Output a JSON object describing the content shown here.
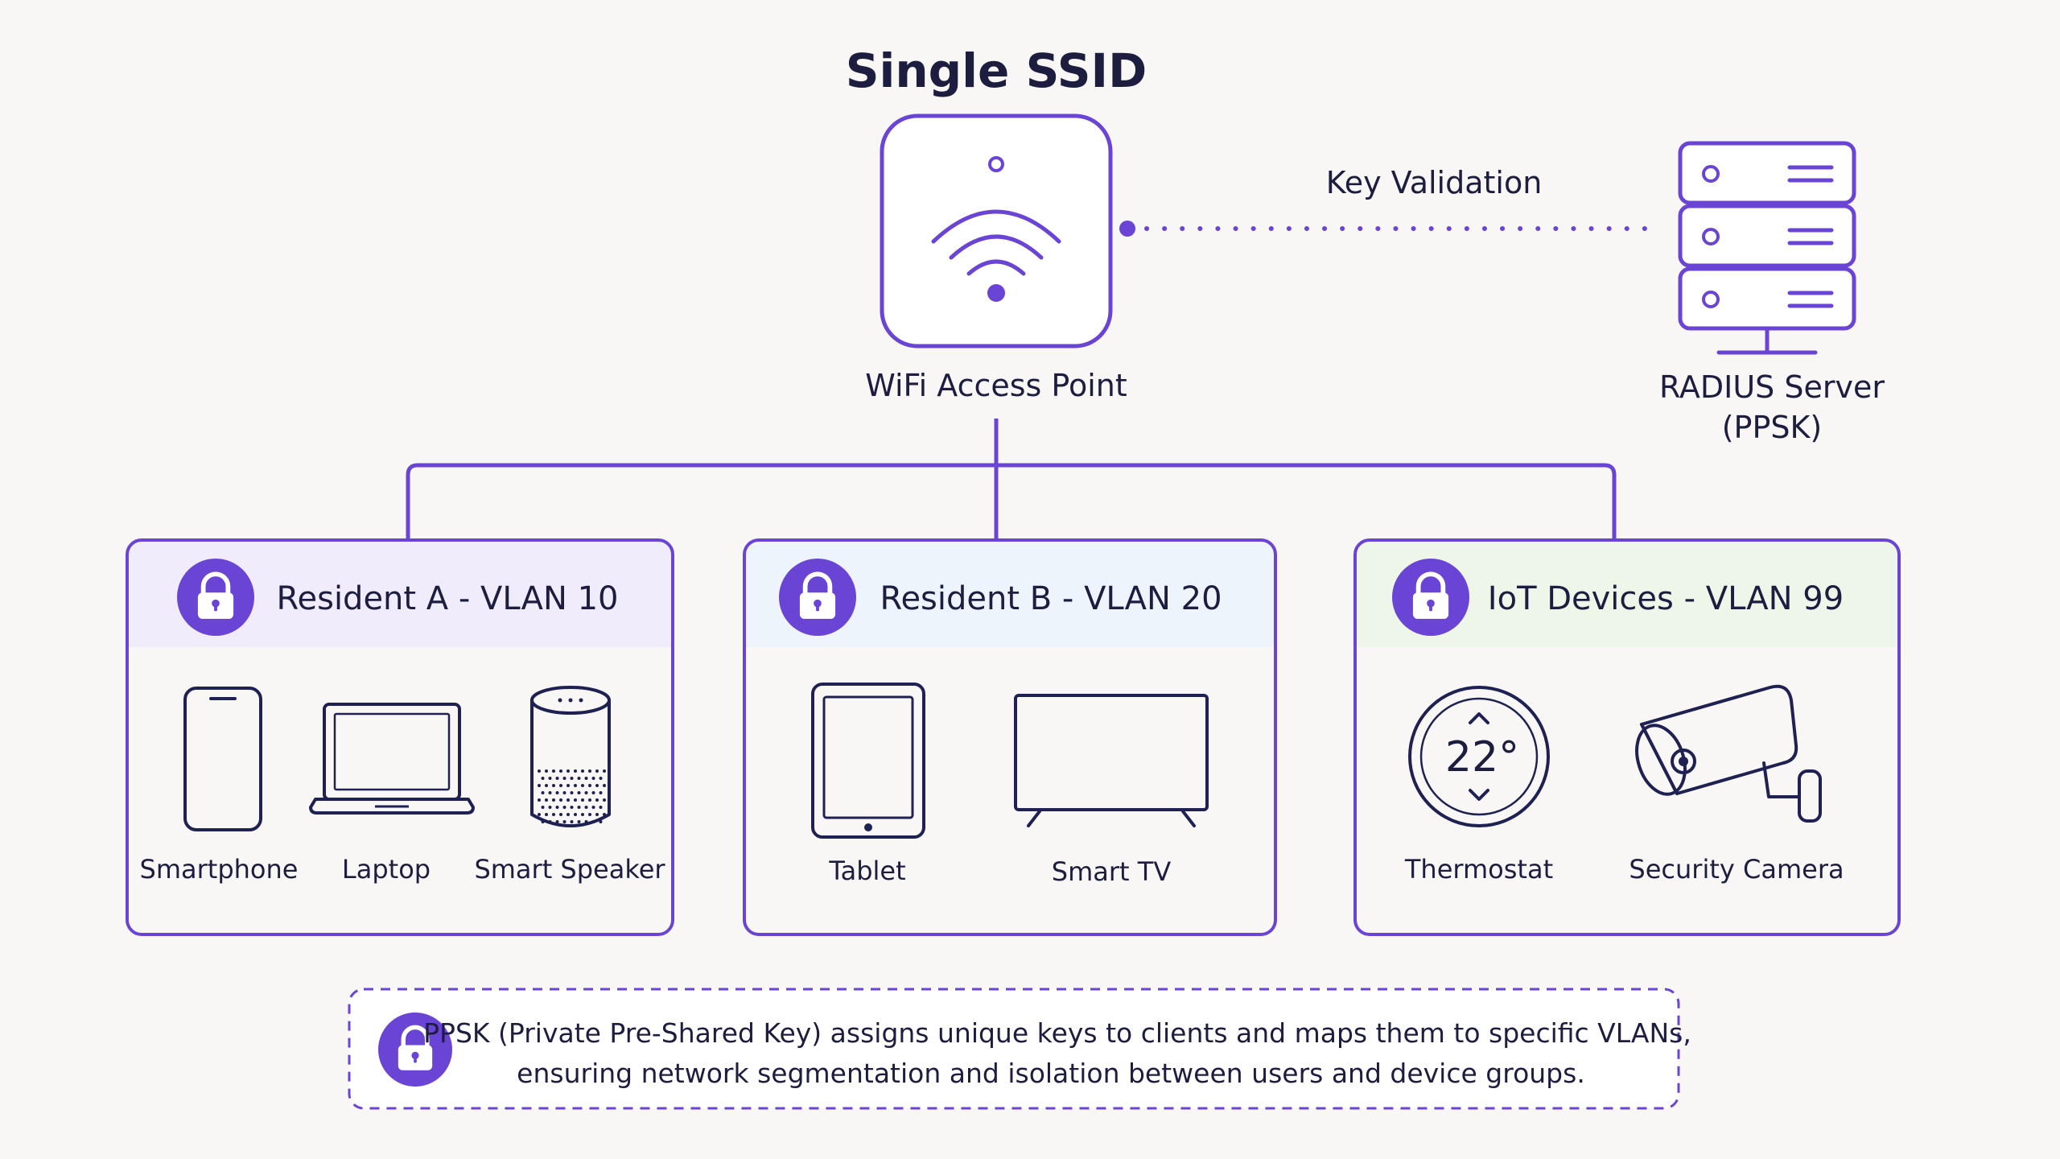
{
  "title": "Single SSID",
  "access_point": {
    "label": "WiFi Access Point"
  },
  "radius": {
    "line1": "RADIUS Server",
    "line2": "(PPSK)"
  },
  "link_label": "Key Validation",
  "groups": [
    {
      "title": "Resident A - VLAN 10",
      "devices": [
        "Smartphone",
        "Laptop",
        "Smart Speaker"
      ]
    },
    {
      "title": "Resident B - VLAN 20",
      "devices": [
        "Tablet",
        "Smart TV"
      ]
    },
    {
      "title": "IoT Devices - VLAN 99",
      "devices": [
        "Thermostat",
        "Security Camera"
      ],
      "thermostat_reading": "22°"
    }
  ],
  "note": {
    "line1": "PPSK (Private Pre-Shared Key) assigns unique keys to clients and maps them to specific VLANs,",
    "line2": "ensuring network segmentation and isolation between users and device groups."
  },
  "colors": {
    "accent": "#6a45d5",
    "ink": "#1f2152",
    "background": "#f8f7f5",
    "header_a": "#f1ecfb",
    "header_b": "#edf4fc",
    "header_iot": "#eef6ea"
  },
  "icons": [
    "wifi-icon",
    "server-icon",
    "lock-icon",
    "smartphone-icon",
    "laptop-icon",
    "speaker-icon",
    "tablet-icon",
    "tv-icon",
    "thermostat-icon",
    "camera-icon"
  ]
}
